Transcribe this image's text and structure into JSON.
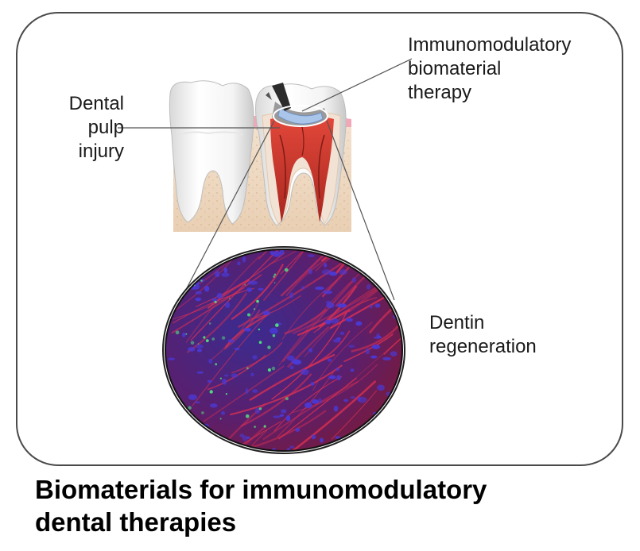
{
  "labels": {
    "pulp_injury": [
      "Dental",
      "pulp",
      "injury"
    ],
    "therapy": [
      "Immunomodulatory",
      "biomaterial",
      "therapy"
    ],
    "regeneration": [
      "Dentin",
      "regeneration"
    ]
  },
  "caption": [
    "Biomaterials for immunomodulatory",
    "dental therapies"
  ],
  "colors": {
    "frame": "#4a4a4a",
    "enamel": "#f2f2f2",
    "dentin": "#f3e8de",
    "pulp": "#c0392b",
    "gum": "#f2a7b8",
    "bone": "#eed8c2",
    "biomaterial": "#a9c6ea",
    "micrograph_base": "#2a1a6a",
    "fibers": "#e03050",
    "nuclei": "#4a3ad8",
    "marker": "#50e080"
  }
}
